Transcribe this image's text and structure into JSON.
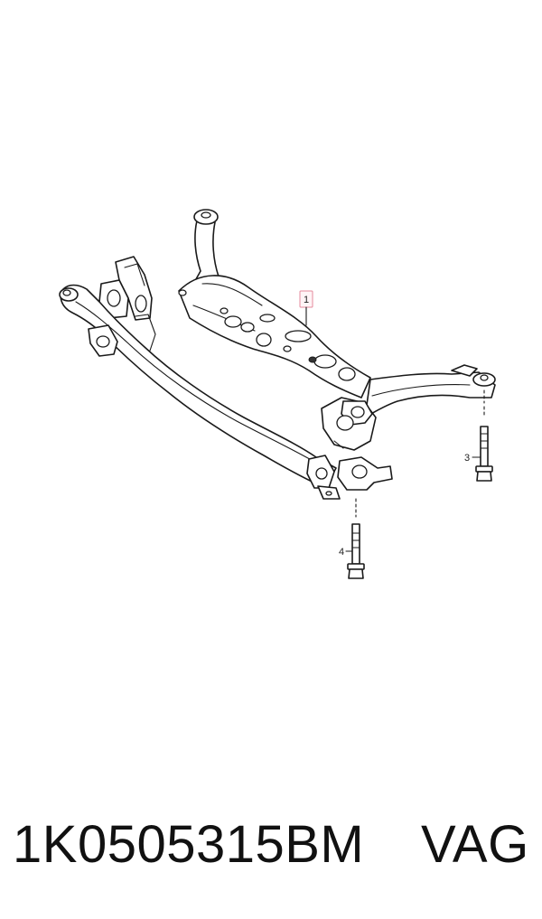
{
  "diagram": {
    "callouts": [
      {
        "id": "1",
        "label": "1"
      },
      {
        "id": "3",
        "label": "3"
      },
      {
        "id": "4",
        "label": "4"
      }
    ]
  },
  "footer": {
    "part_number": "1K0505315BM",
    "brand": "VAG"
  },
  "colors": {
    "line": "#1a1a1a",
    "callout_highlight": "#e58a9c",
    "background": "#ffffff"
  }
}
